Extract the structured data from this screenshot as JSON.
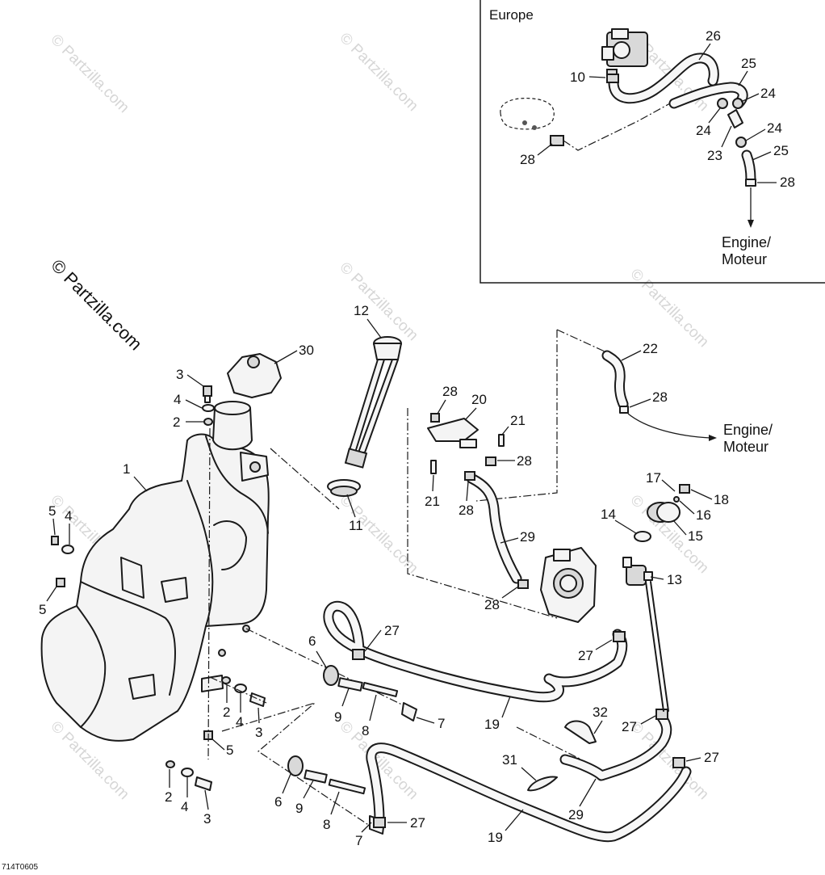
{
  "copyright": "© Partzilla.com",
  "watermark": "© Partzilla.com",
  "drawing_number": "714T0605",
  "inset": {
    "title": "Europe",
    "output_label_line1": "Engine/",
    "output_label_line2": "Moteur"
  },
  "main_output_label_line1": "Engine/",
  "main_output_label_line2": "Moteur",
  "callouts": {
    "c1": "1",
    "c2a": "2",
    "c2b": "2",
    "c2c": "2",
    "c3a": "3",
    "c3b": "3",
    "c3c": "3",
    "c4a": "4",
    "c4b": "4",
    "c4c": "4",
    "c4d": "4",
    "c5a": "5",
    "c5b": "5",
    "c5c": "5",
    "c6a": "6",
    "c6b": "6",
    "c7a": "7",
    "c7b": "7",
    "c8a": "8",
    "c8b": "8",
    "c9a": "9",
    "c9b": "9",
    "c10": "10",
    "c11": "11",
    "c12": "12",
    "c13": "13",
    "c14": "14",
    "c15": "15",
    "c16": "16",
    "c17": "17",
    "c18": "18",
    "c19a": "19",
    "c19b": "19",
    "c20": "20",
    "c21a": "21",
    "c21b": "21",
    "c22": "22",
    "c23": "23",
    "c24a": "24",
    "c24b": "24",
    "c24c": "24",
    "c25a": "25",
    "c25b": "25",
    "c26": "26",
    "c27a": "27",
    "c27b": "27",
    "c27c": "27",
    "c27d": "27",
    "c27e": "27",
    "c28a": "28",
    "c28b": "28",
    "c28c": "28",
    "c28d": "28",
    "c28e": "28",
    "c28f": "28",
    "c28g": "28",
    "c29a": "29",
    "c29b": "29",
    "c30": "30",
    "c31": "31",
    "c32": "32"
  }
}
